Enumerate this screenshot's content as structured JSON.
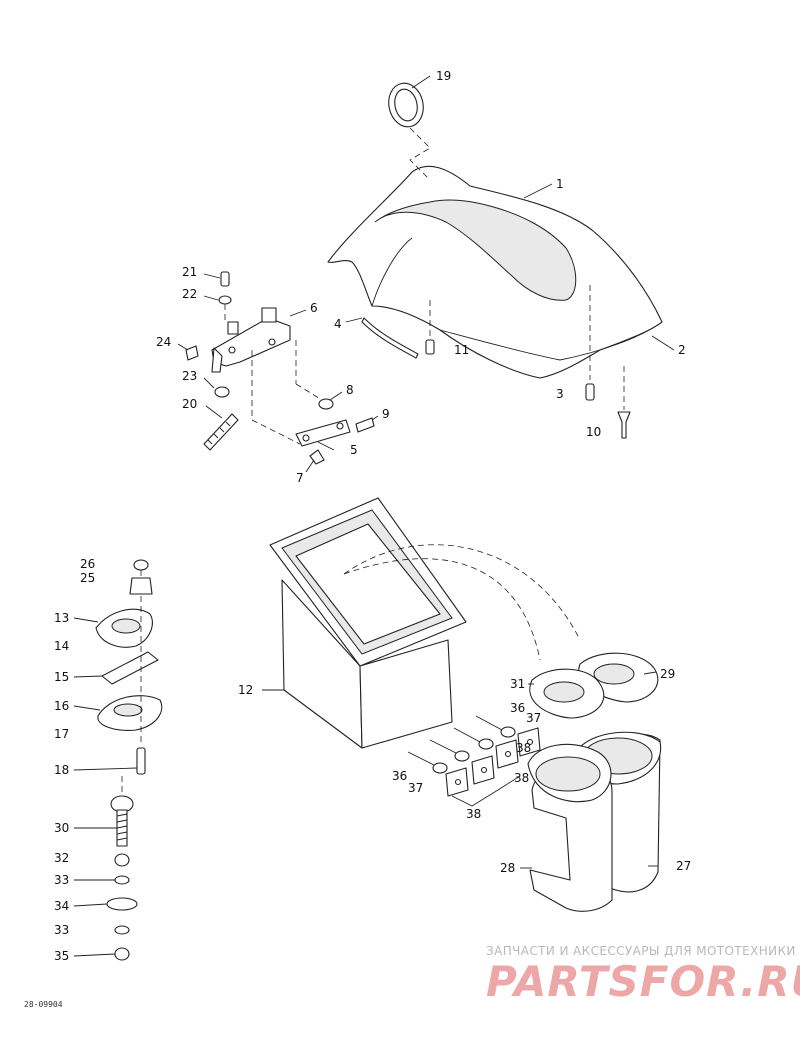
{
  "diagram": {
    "labels": {
      "l1": "1",
      "l2": "2",
      "l3": "3",
      "l4": "4",
      "l5": "5",
      "l6": "6",
      "l7": "7",
      "l8": "8",
      "l9": "9",
      "l10": "10",
      "l11": "11",
      "l12": "12",
      "l13": "13",
      "l14": "14",
      "l15": "15",
      "l16": "16",
      "l17": "17",
      "l18": "18",
      "l19": "19",
      "l20": "20",
      "l21": "21",
      "l22": "22",
      "l23": "23",
      "l24": "24",
      "l25": "25",
      "l26": "26",
      "l27": "27",
      "l28": "28",
      "l29": "29",
      "l30": "30",
      "l31": "31",
      "l32": "32",
      "l33a": "33",
      "l33b": "33",
      "l34": "34",
      "l35": "35",
      "l36a": "36",
      "l36b": "36",
      "l37a": "37",
      "l37b": "37",
      "l38a": "38",
      "l38b": "38",
      "l38c": "38"
    },
    "figure_ref": "28-09904"
  },
  "watermark": {
    "text": "ЗАПЧАСТИ И АКСЕССУАРЫ ДЛЯ МОТОТЕХНИКИ",
    "logo": "PARTSFOR.RU"
  }
}
